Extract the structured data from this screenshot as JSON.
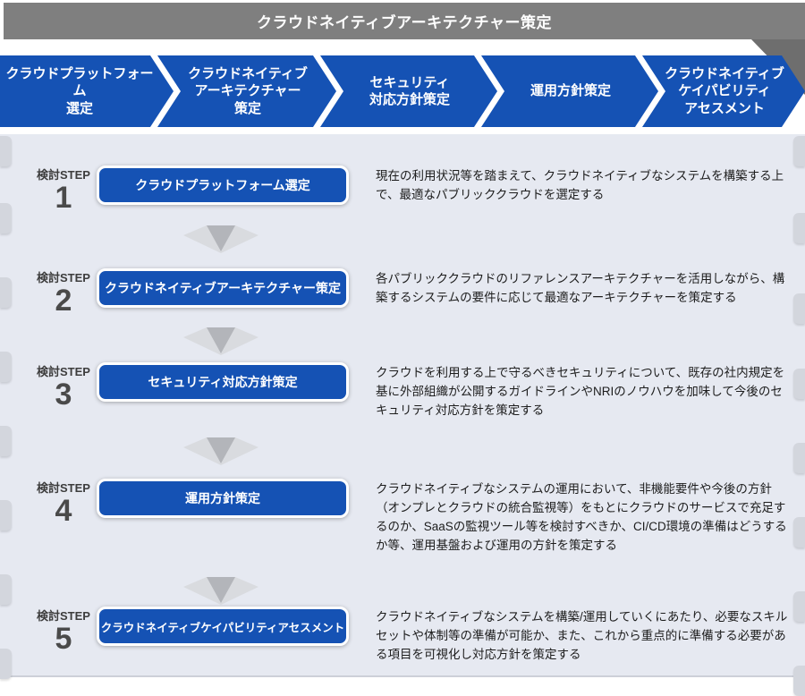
{
  "header": {
    "title": "クラウドネイティブアーキテクチャー策定"
  },
  "flow": {
    "items": [
      {
        "label": "クラウドプラットフォーム\n選定"
      },
      {
        "label": "クラウドネイティブ\nアーキテクチャー\n策定"
      },
      {
        "label": "セキュリティ\n対応方針策定"
      },
      {
        "label": "運用方針策定"
      },
      {
        "label": "クラウドネイティブ\nケイパビリティ\nアセスメント"
      }
    ]
  },
  "steps": [
    {
      "label": "検討STEP",
      "number": "1",
      "button": "クラウドプラットフォーム選定",
      "description": "現在の利用状況等を踏まえて、クラウドネイティブなシステムを構築する上で、最適なパブリッククラウドを選定する"
    },
    {
      "label": "検討STEP",
      "number": "2",
      "button": "クラウドネイティブアーキテクチャー策定",
      "description": "各パブリッククラウドのリファレンスアーキテクチャーを活用しながら、構築するシステムの要件に応じて最適なアーキテクチャーを策定する"
    },
    {
      "label": "検討STEP",
      "number": "3",
      "button": "セキュリティ対応方針策定",
      "description": "クラウドを利用する上で守るべきセキュリティについて、既存の社内規定を基に外部組織が公開するガイドラインやNRIのノウハウを加味して今後のセキュリティ対応方針を策定する"
    },
    {
      "label": "検討STEP",
      "number": "4",
      "button": "運用方針策定",
      "description": "クラウドネイティブなシステムの運用において、非機能要件や今後の方針（オンプレとクラウドの統合監視等）をもとにクラウドのサービスで充足するのか、SaaSの監視ツール等を検討すべきか、CI/CD環境の準備はどうするか等、運用基盤および運用の方針を策定する"
    },
    {
      "label": "検討STEP",
      "number": "5",
      "button": "クラウドネイティブケイパビリティアセスメント",
      "description": "クラウドネイティブなシステムを構築/運用していくにあたり、必要なスキルセットや体制等の準備が可能か、また、これから重点的に準備する必要がある項目を可視化し対応方針を策定する"
    }
  ],
  "colors": {
    "accent_blue": "#1552b4",
    "header_gray": "#7f7f7f",
    "panel_background": "#e6e9f1",
    "arrow_light_gray": "#d9dbdf",
    "arrow_dark_gray": "#b3b5ba"
  }
}
